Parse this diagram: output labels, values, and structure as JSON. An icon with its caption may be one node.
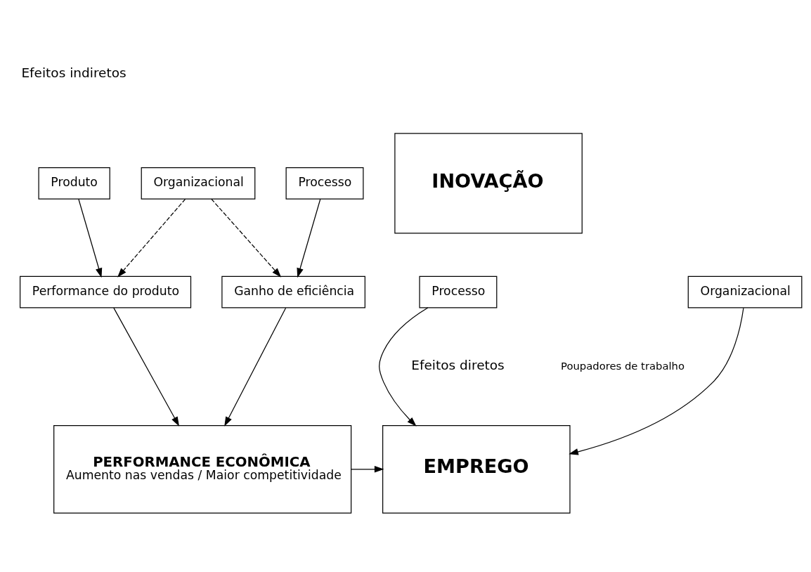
{
  "diagram": {
    "nodes": [
      {
        "text": [
          "Produto"
        ]
      },
      {
        "text": [
          "Organizacional"
        ]
      },
      {
        "text": [
          "Processo"
        ]
      },
      {
        "text": [
          "INOVAÇÃO"
        ]
      },
      {
        "text": [
          "Processo"
        ]
      },
      {
        "text": [
          "Organizacional"
        ]
      },
      {
        "text": [
          "Performance do produto"
        ]
      },
      {
        "text": [
          "Ganho de eficiência"
        ]
      },
      {
        "text": [
          "PERFORMANCE ECONÔMICA",
          "Aumento nas vendas / Maior competitividade"
        ]
      },
      {
        "text": [
          "EMPREGO"
        ]
      }
    ],
    "edges": [
      {
        "from": 0,
        "to": 6,
        "arrow": "to"
      },
      {
        "from": 1,
        "to": 6,
        "arrow": "to",
        "style": "dashed"
      },
      {
        "from": 1,
        "to": 7,
        "arrow": "to",
        "style": "dashed"
      },
      {
        "from": 2,
        "to": 7,
        "arrow": "to"
      },
      {
        "from": 4,
        "to": 9,
        "arrow": "to"
      },
      {
        "from": 5,
        "to": 9,
        "arrow": "to"
      },
      {
        "from": 6,
        "to": 8,
        "arrow": "to"
      },
      {
        "from": 7,
        "to": 8,
        "arrow": "to"
      },
      {
        "from": 8,
        "to": 9,
        "arrow": "to"
      }
    ],
    "labels": [
      "Efeitos indiretos",
      "Efeitos diretos",
      "Poupadores de trabalho"
    ]
  }
}
